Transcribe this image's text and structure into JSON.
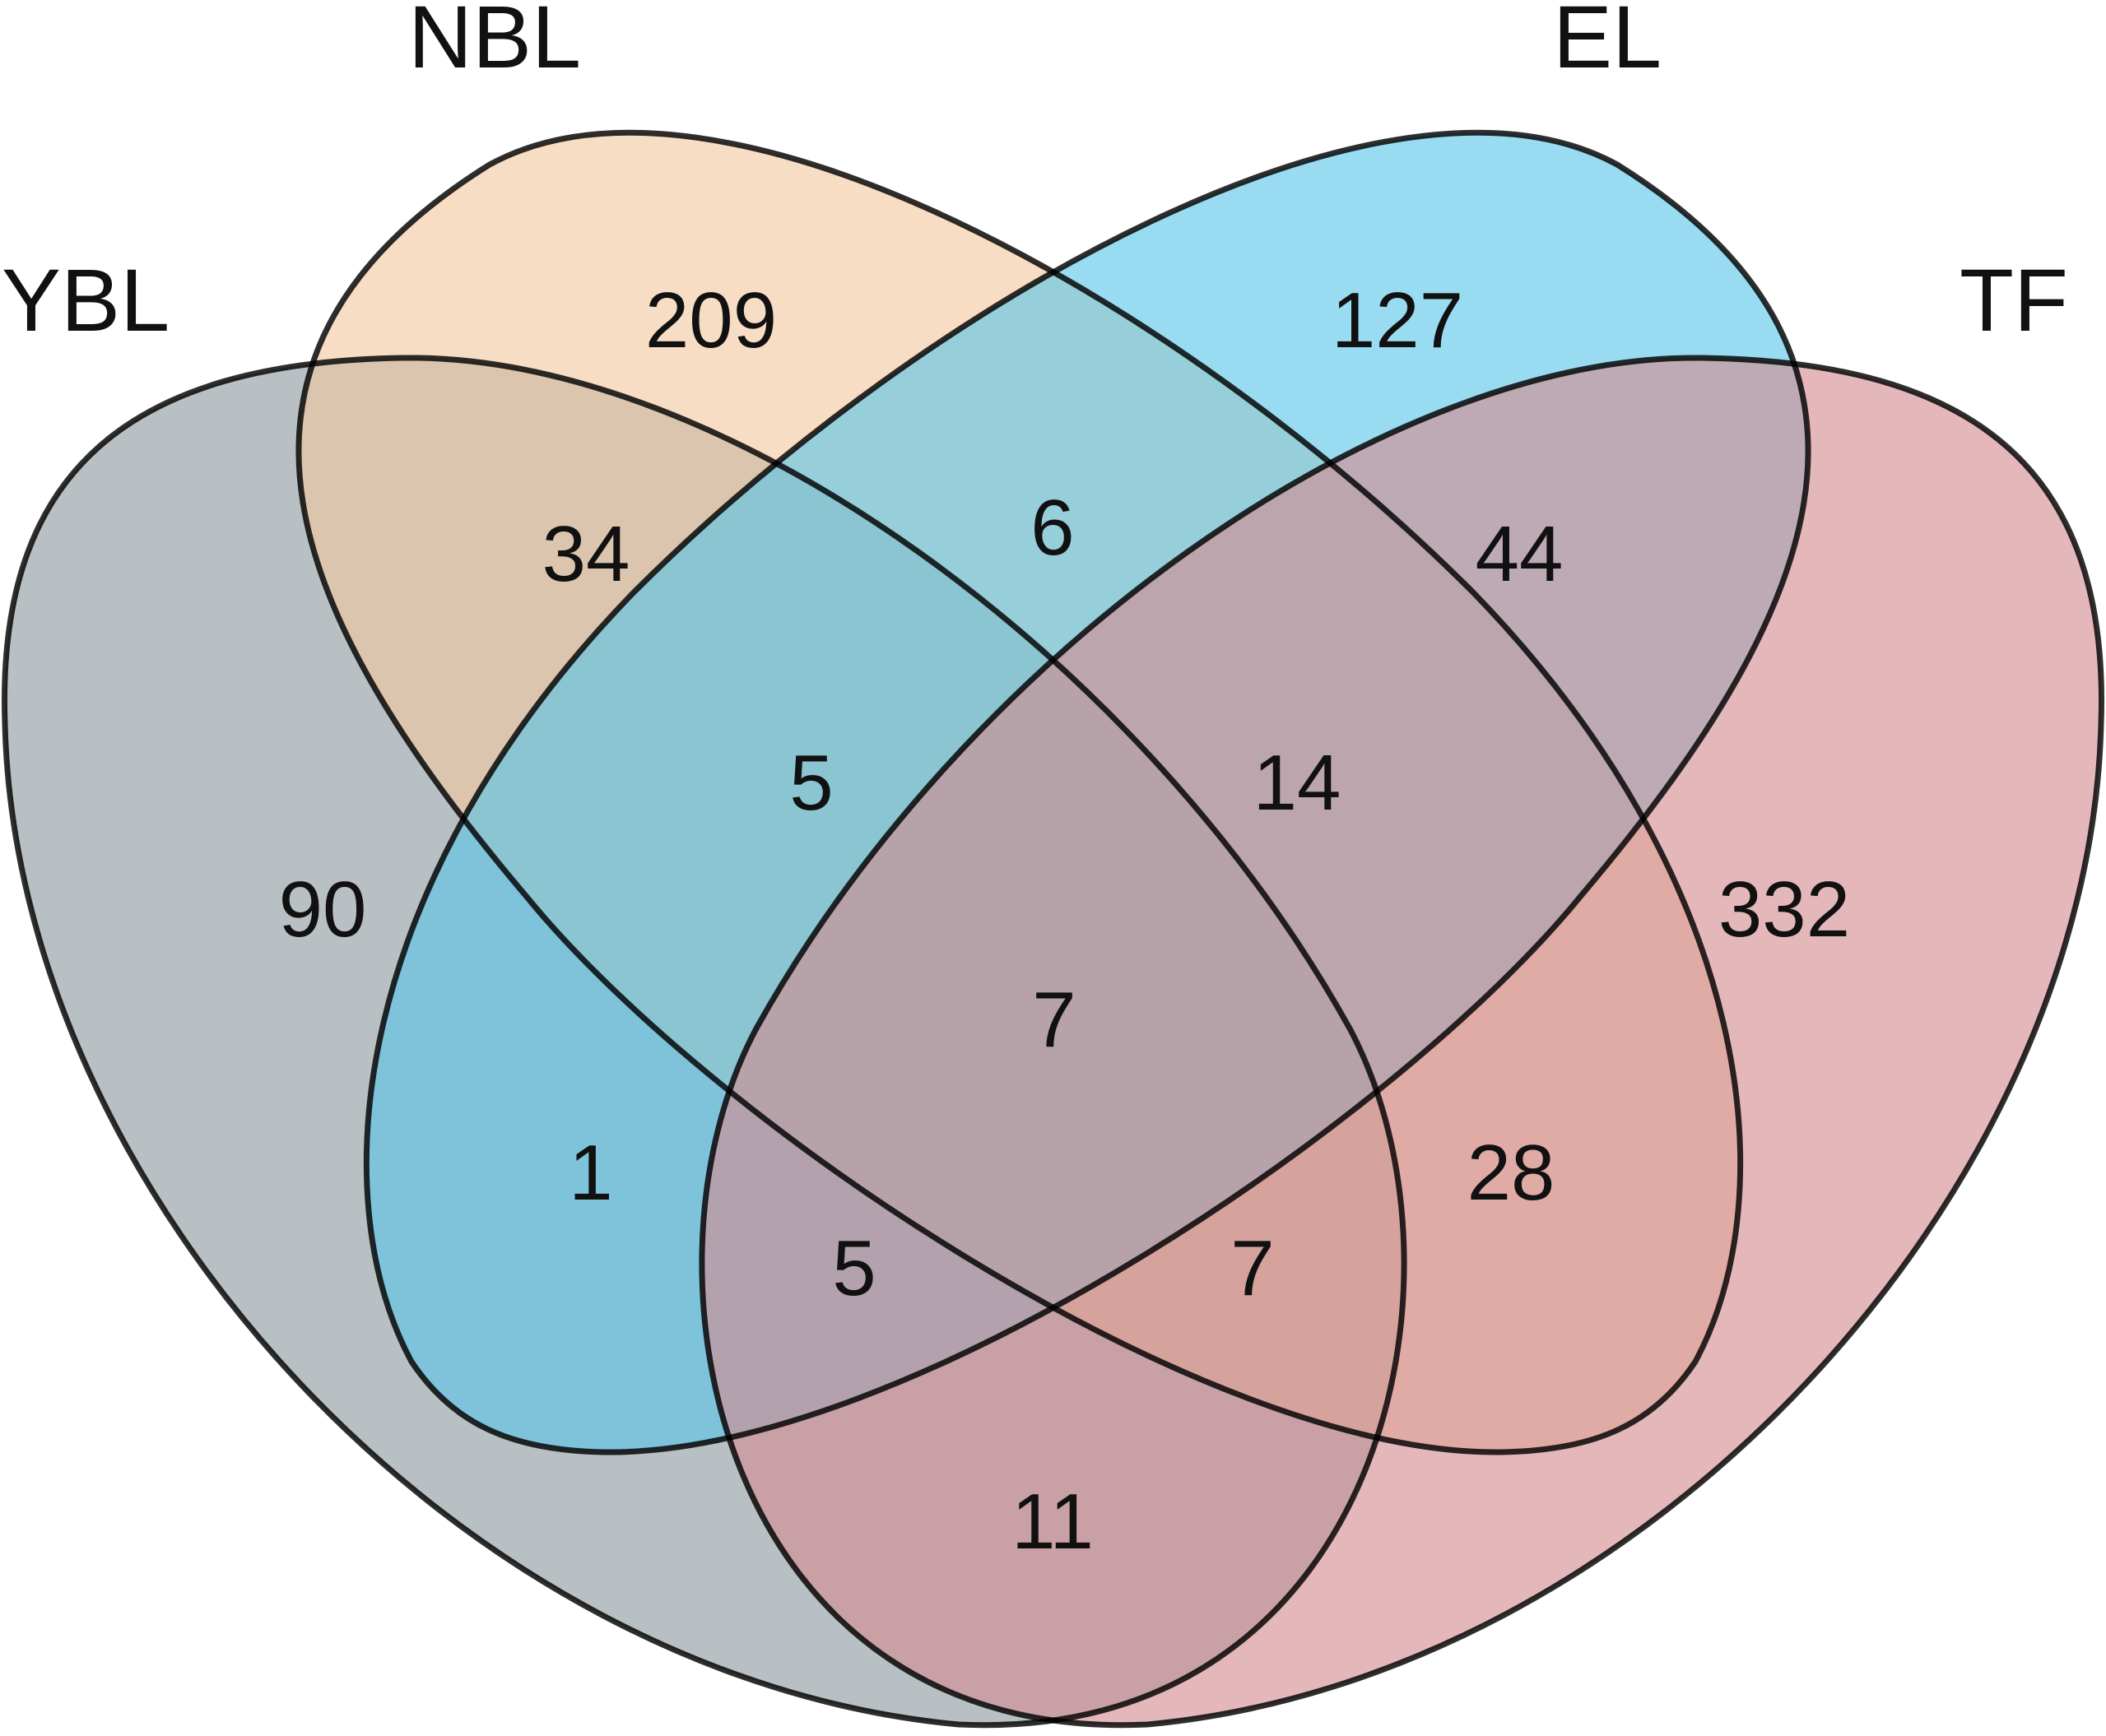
{
  "sets": [
    {
      "key": "YBL",
      "label": "YBL",
      "color": "#8e9a9f"
    },
    {
      "key": "NBL",
      "label": "NBL",
      "color": "#f0c8a0"
    },
    {
      "key": "EL",
      "label": "EL",
      "color": "#5bc5e6"
    },
    {
      "key": "TF",
      "label": "TF",
      "color": "#d38c91"
    }
  ],
  "regions": [
    {
      "sets": [
        "NBL"
      ],
      "count": "209"
    },
    {
      "sets": [
        "EL"
      ],
      "count": "127"
    },
    {
      "sets": [
        "YBL"
      ],
      "count": "90"
    },
    {
      "sets": [
        "TF"
      ],
      "count": "332"
    },
    {
      "sets": [
        "YBL",
        "NBL"
      ],
      "count": "34"
    },
    {
      "sets": [
        "NBL",
        "EL"
      ],
      "count": "6"
    },
    {
      "sets": [
        "EL",
        "TF"
      ],
      "count": "44"
    },
    {
      "sets": [
        "YBL",
        "NBL",
        "EL"
      ],
      "count": "5"
    },
    {
      "sets": [
        "NBL",
        "EL",
        "TF"
      ],
      "count": "14"
    },
    {
      "sets": [
        "YBL",
        "NBL",
        "EL",
        "TF"
      ],
      "count": "7"
    },
    {
      "sets": [
        "YBL",
        "EL"
      ],
      "count": "1"
    },
    {
      "sets": [
        "NBL",
        "TF"
      ],
      "count": "28"
    },
    {
      "sets": [
        "YBL",
        "EL",
        "TF"
      ],
      "count": "5"
    },
    {
      "sets": [
        "YBL",
        "NBL",
        "TF"
      ],
      "count": "7"
    },
    {
      "sets": [
        "YBL",
        "TF"
      ],
      "count": "11"
    }
  ]
}
